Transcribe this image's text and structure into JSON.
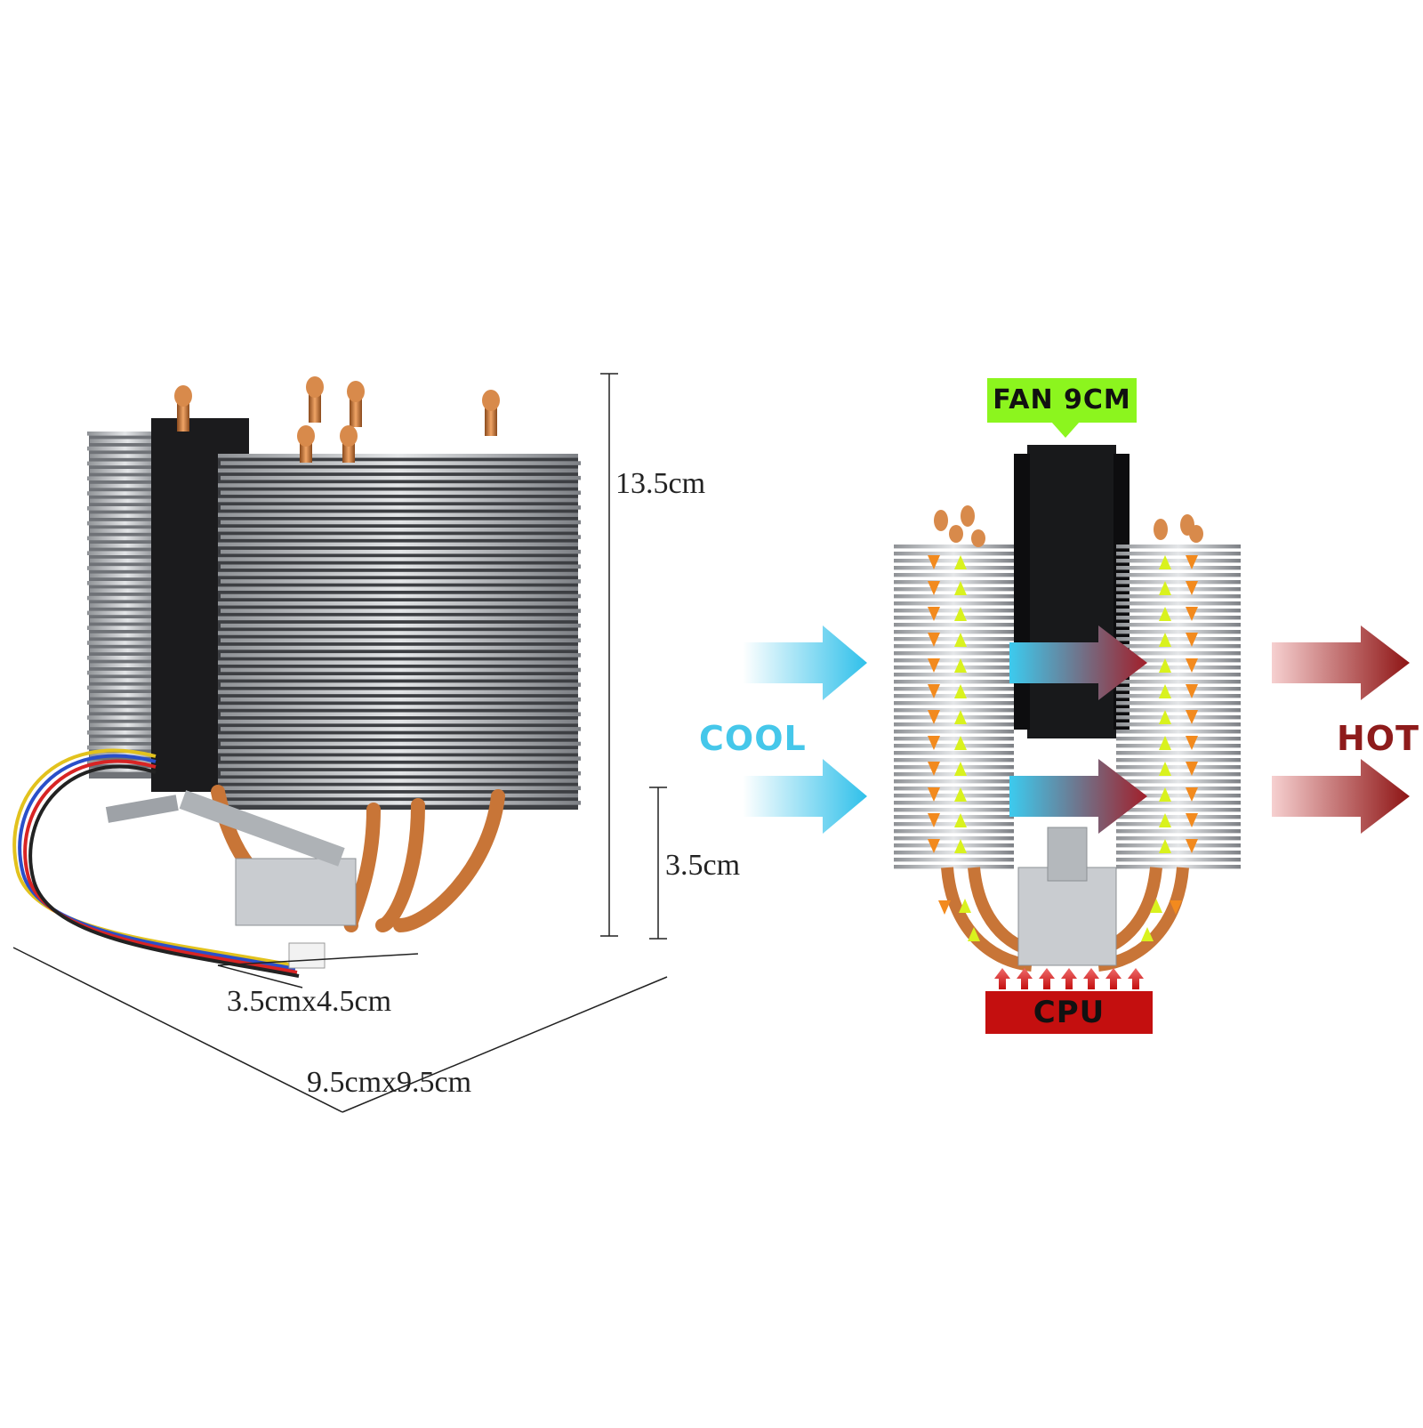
{
  "left_panel": {
    "height_label": "13.5cm",
    "base_height_label": "3.5cm",
    "base_size_label": "3.5cmx4.5cm",
    "footprint_label": "9.5cmx9.5cm"
  },
  "right_panel": {
    "fan_label": "FAN 9CM",
    "cool_label": "COOL",
    "hot_label": "HOT",
    "cpu_label": "CPU"
  },
  "colors": {
    "fan_tag": "#8cf51e",
    "cool": "#45c7ea",
    "hot": "#8e1b1b",
    "cpu_block": "#c40f0f",
    "copper": "#c87537",
    "fin": "#b9bcc0",
    "up_arrow": "#d9f21e",
    "down_arrow": "#f28a1e"
  }
}
